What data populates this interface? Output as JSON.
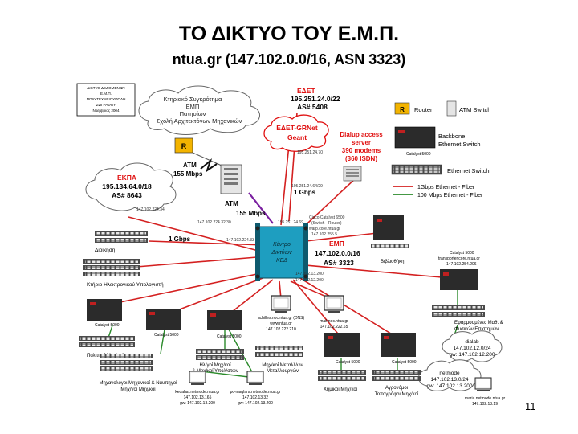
{
  "slide": {
    "title": "ΤΟ ΔΙΚΤΥΟ ΤΟΥ Ε.Μ.Π.",
    "subtitle": "ntua.gr (147.102.0.0/16, ASN 3323)",
    "page_number": "11"
  },
  "colors": {
    "gigabit_fiber": "#d42020",
    "fast_fiber": "#2a8a2a",
    "atm_link": "#7a1fa0",
    "edet_red": "#e01010",
    "router_box": "#f3b400",
    "hub_cyan": "#1e9ec0"
  },
  "legend": {
    "router": "Router",
    "router_letter": "R",
    "atm_switch": "ATM Switch",
    "backbone_switch": [
      "Backbone",
      "Ethernet Switch"
    ],
    "catalyst_label": "Catalyst 5000",
    "ethernet_switch": "Ethernet Switch",
    "gig_fiber": "1Gbps Ethernet - Fiber",
    "fast_fiber": "100 Mbps Ethernet - Fiber"
  },
  "note_box": [
    "ΔΙΚΤΥΟ ΔΕΔΟΜΕΝΩΝ",
    "Ε.Μ.Π.",
    "ΠΟΛΥΤΕΧΝΕΙΟΥΠΟΛΗ",
    "ΖΩΓΡΑΦΟΥ",
    "Νοέμβριος 2004"
  ],
  "clouds": {
    "patision": [
      "Κτηριακό Συγκρότημα",
      "ΕΜΠ",
      "Πατησίων",
      "Σχολή Αρχιτεκτόνων Μηχανικών"
    ],
    "ekpa": [
      "ΕΚΠΑ",
      "195.134.64.0/18",
      "AS# 8643"
    ],
    "edet_grnet": [
      "ΕΔΕΤ-GRNet",
      "Geant"
    ],
    "dialb": [
      "dialab",
      "147.102.12.0/24",
      "gw: 147.102.12.200"
    ],
    "netmode": [
      "netmode",
      "147.102.13.0/24",
      "gw: 147.102.13.200"
    ]
  },
  "edet": [
    "ΕΔΕΤ",
    "195.251.24.0/22",
    "AS# 5408"
  ],
  "dialup": [
    "Dialup access",
    "server",
    "390 modems",
    "(360 ISDN)"
  ],
  "atm_top": [
    "ATM",
    "155 Mbps"
  ],
  "atm_mid": [
    "ATM",
    "155 Mbps"
  ],
  "router_letter": "R",
  "edet_ip": "195.251.24.70",
  "grnet_ip": [
    "195.251.24.64/29",
    "1 Gbps"
  ],
  "ekpa_ip": "147.102.224.34",
  "link_labels": {
    "ekpa_hub": "147.102.224.32/30",
    "gbps_left": "1 Gbps",
    "admin_ip": "147.102.224.33",
    "ekpa_side": "195.251.24.69"
  },
  "core": {
    "hub_label": [
      "Κέντρο",
      "Δικτύων",
      "ΚΕΔ"
    ],
    "switch_info": [
      "Cisco Catalyst 6500",
      "(Switch - Router)",
      "warp.core.ntua.gr",
      "147.102.255.5"
    ],
    "emp": [
      "ΕΜΠ",
      "147.102.0.0/16",
      "AS# 3323"
    ],
    "gateways": [
      "147.102.13.200",
      "147.102.12.200"
    ]
  },
  "nodes": {
    "dioikisi": "Διοίκηση",
    "kiyp": "Κτήριο Ηλεκτρονικού Υπολογιστή",
    "vivliothiki": "Βιβλιοθήκη",
    "transporter": [
      "Catalyst 5000",
      "transporter.core.ntua.gr",
      "147.102.254.206"
    ],
    "efarmosmenes": [
      "Εφαρμοσμένες Μαθ. &",
      "Φυσικών Επιστημών"
    ],
    "politikoi": "Πολιτικοί Μηχ/κοί",
    "mixanologoi": [
      "Μηχανολόγοι Μηχανικοί & Ναυπηγοί",
      "Μηχ/γοί Μηχ/κοί"
    ],
    "ilektrologoi": [
      "Ηλ/γοί Μηχ/κοί",
      "& Μηχ/κοί Υπολ/στών"
    ],
    "metallourgoi": [
      "Μηχ/κοί Μεταλλ/ων",
      "Μεταλλουργών"
    ],
    "ximikoi": "Χημικοί Μηχ/κοί",
    "agronomoi": [
      "Αγρονόμοι",
      "Τοπογράφοι Μηχ/κοί"
    ],
    "achilles": [
      "achilles.noc.ntua.gr (DNS)",
      "www.ntua.gr",
      "147.102.222.210"
    ],
    "mail": [
      "mail.noc.ntua.gr",
      "147.102.222.65"
    ],
    "kedahar": [
      "kedahar.netmode.ntua.gr",
      "147.102.13.165",
      "gw: 147.102.13.200"
    ],
    "pcmaglara": [
      "pc-maglara.netmode.ntua.gr",
      "147.102.13.32",
      "gw: 147.102.13.200"
    ],
    "maria": [
      "maria.netmode.ntua.gr",
      "147.102.13.19"
    ]
  }
}
